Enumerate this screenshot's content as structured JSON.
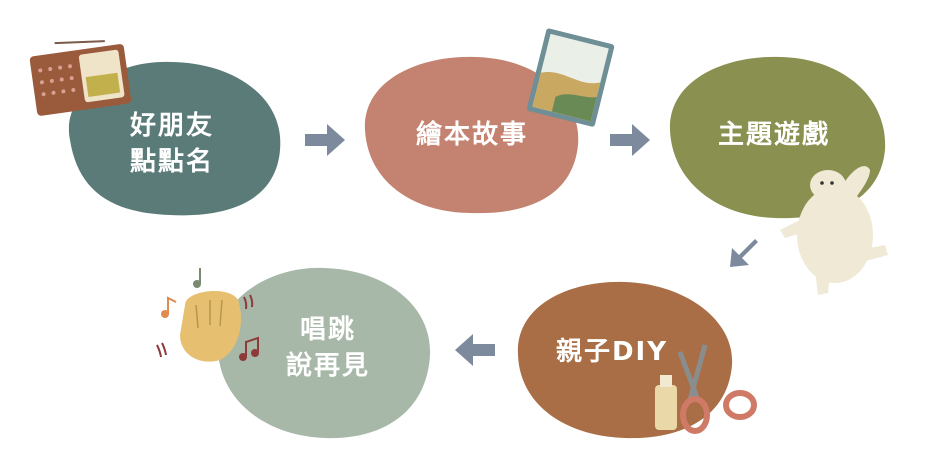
{
  "colors": {
    "step1": "#5a7b78",
    "step2": "#c48271",
    "step3": "#8a9050",
    "step4": "#a96e45",
    "step5": "#a7b8a8",
    "arrow": "#7d8a9e"
  },
  "steps": [
    {
      "line1": "好朋友",
      "line2": "點點名",
      "icon": "radio-icon"
    },
    {
      "line1": "繪本故事",
      "line2": "",
      "icon": "book-icon"
    },
    {
      "line1": "主題遊戲",
      "line2": "",
      "icon": "polar-bear-icon"
    },
    {
      "line1": "親子DIY",
      "line2": "",
      "icon": "scissors-glue-icon"
    },
    {
      "line1": "唱跳",
      "line2": "說再見",
      "icon": "waving-hand-icon"
    }
  ]
}
